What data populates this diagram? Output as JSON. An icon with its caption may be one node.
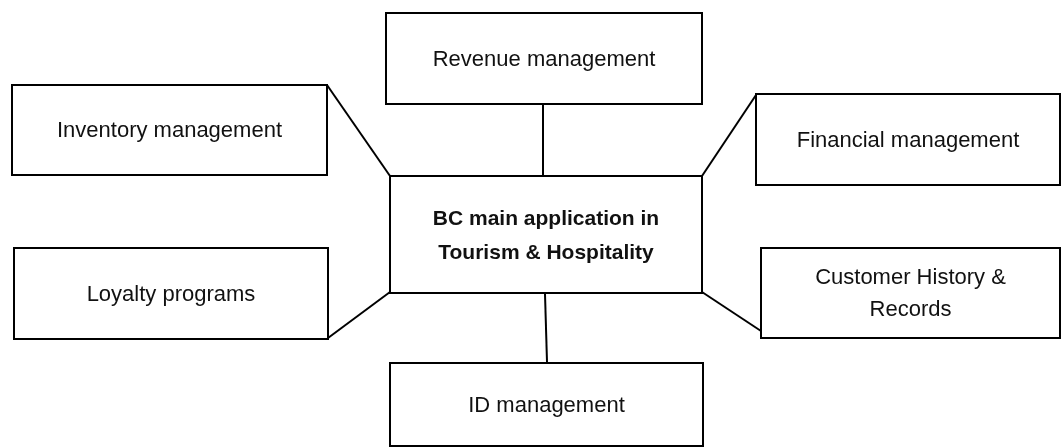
{
  "diagram": {
    "nodes": [
      {
        "text": [
          "Revenue management"
        ]
      },
      {
        "text": [
          "Inventory management"
        ]
      },
      {
        "text": [
          "Financial management"
        ]
      },
      {
        "text": [
          "BC main application in Tourism & Hospitality"
        ]
      },
      {
        "text": [
          "Loyalty programs"
        ]
      },
      {
        "text": [
          "Customer History & Records"
        ]
      },
      {
        "text": [
          "ID management"
        ]
      }
    ],
    "edges": [
      {
        "from": 3,
        "to": 0,
        "arrow": "none"
      },
      {
        "from": 3,
        "to": 1,
        "arrow": "none"
      },
      {
        "from": 3,
        "to": 2,
        "arrow": "none"
      },
      {
        "from": 3,
        "to": 4,
        "arrow": "none"
      },
      {
        "from": 3,
        "to": 5,
        "arrow": "none"
      },
      {
        "from": 3,
        "to": 6,
        "arrow": "none"
      }
    ]
  }
}
